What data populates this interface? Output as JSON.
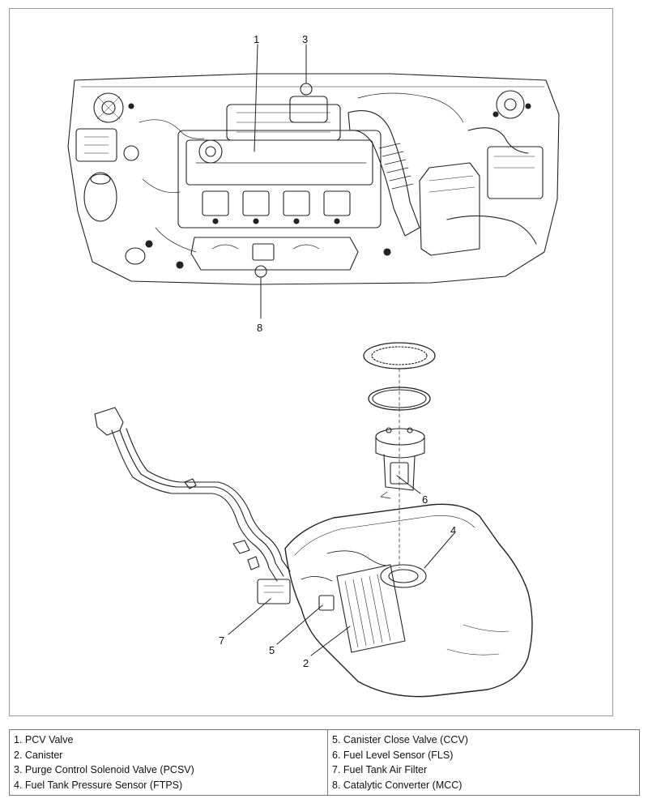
{
  "callouts": {
    "c1": "1",
    "c2": "2",
    "c3": "3",
    "c4": "4",
    "c5": "5",
    "c6": "6",
    "c7": "7",
    "c8": "8"
  },
  "legend": {
    "left": [
      "1. PCV Valve",
      "2. Canister",
      "3. Purge Control Solenoid Valve (PCSV)",
      "4. Fuel Tank Pressure Sensor (FTPS)"
    ],
    "right": [
      "5. Canister Close Valve (CCV)",
      "6. Fuel Level Sensor (FLS)",
      "7. Fuel Tank Air Filter",
      "8. Catalytic Converter (MCC)"
    ]
  }
}
